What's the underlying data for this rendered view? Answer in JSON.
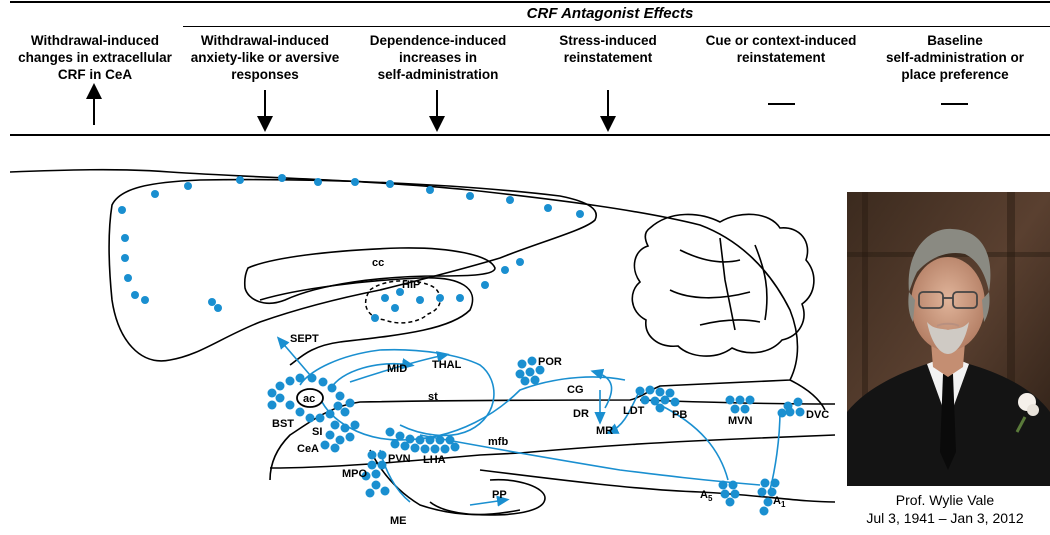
{
  "header": {
    "title": "CRF Antagonist Effects",
    "columns": [
      {
        "lines": [
          "Withdrawal-induced",
          "changes in extracellular",
          "CRF in CeA"
        ],
        "effect": "up-arrow"
      },
      {
        "lines": [
          "Withdrawal-induced",
          "anxiety-like or aversive",
          "responses"
        ],
        "effect": "down-arrow"
      },
      {
        "lines": [
          "Dependence-induced",
          "increases in",
          "self-administration"
        ],
        "effect": "down-arrow"
      },
      {
        "lines": [
          "Stress-induced",
          "reinstatement"
        ],
        "effect": "down-arrow"
      },
      {
        "lines": [
          "Cue or context-induced",
          "reinstatement"
        ],
        "effect": "no-change-dash"
      },
      {
        "lines": [
          "Baseline",
          "self-administration or",
          "place preference"
        ],
        "effect": "no-change-dash"
      }
    ]
  },
  "diagram": {
    "accent_color": "#1a8fd0",
    "labels": {
      "cc": "cc",
      "hip": "HIP",
      "sept": "SEPT",
      "mid": "MID",
      "thal": "THAL",
      "ac": "ac",
      "st": "st",
      "bst": "BST",
      "si": "SI",
      "cea": "CeA",
      "mpo": "MPO",
      "pvn": "PVN",
      "lha": "LHA",
      "mfb": "mfb",
      "me": "ME",
      "pp": "PP",
      "por": "POR",
      "cg": "CG",
      "dr": "DR",
      "mr": "MR",
      "ldt": "LDT",
      "pb": "PB",
      "mvn": "MVN",
      "dvc": "DVC",
      "a5": "A",
      "a5_sub": "5",
      "a1": "A",
      "a1_sub": "1"
    }
  },
  "photo": {
    "caption_name": "Prof. Wylie Vale",
    "caption_dates": "Jul 3, 1941 – Jan 3, 2012"
  }
}
